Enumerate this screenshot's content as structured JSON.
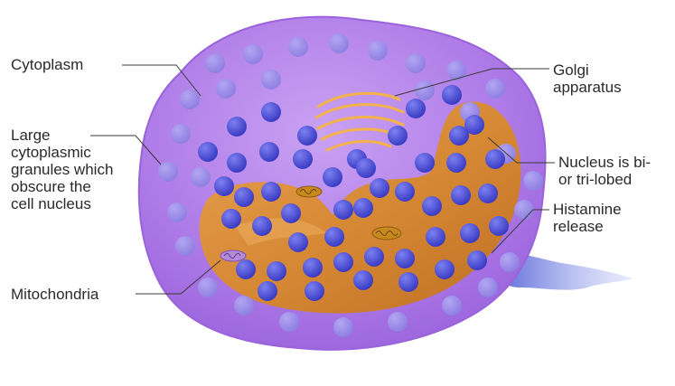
{
  "labels": {
    "cytoplasm": "Cytoplasm",
    "granules": "Large\ncytoplasmic\ngranules which\nobscure the\ncell nucleus",
    "mitochondria": "Mitochondria",
    "golgi": "Golgi\napparatus",
    "nucleus": "Nucleus is bi-\nor tri-lobed",
    "histamine": "Histamine\nrelease"
  },
  "colors": {
    "cell_body": "#b07de8",
    "cell_edge": "#9a63dc",
    "nucleus": "#d98a2c",
    "granule": "#4b4fd0",
    "cytoplasm_dot": "#9b8ae6",
    "golgi": "#f4b24a",
    "histamine": "#4a5ad6"
  }
}
